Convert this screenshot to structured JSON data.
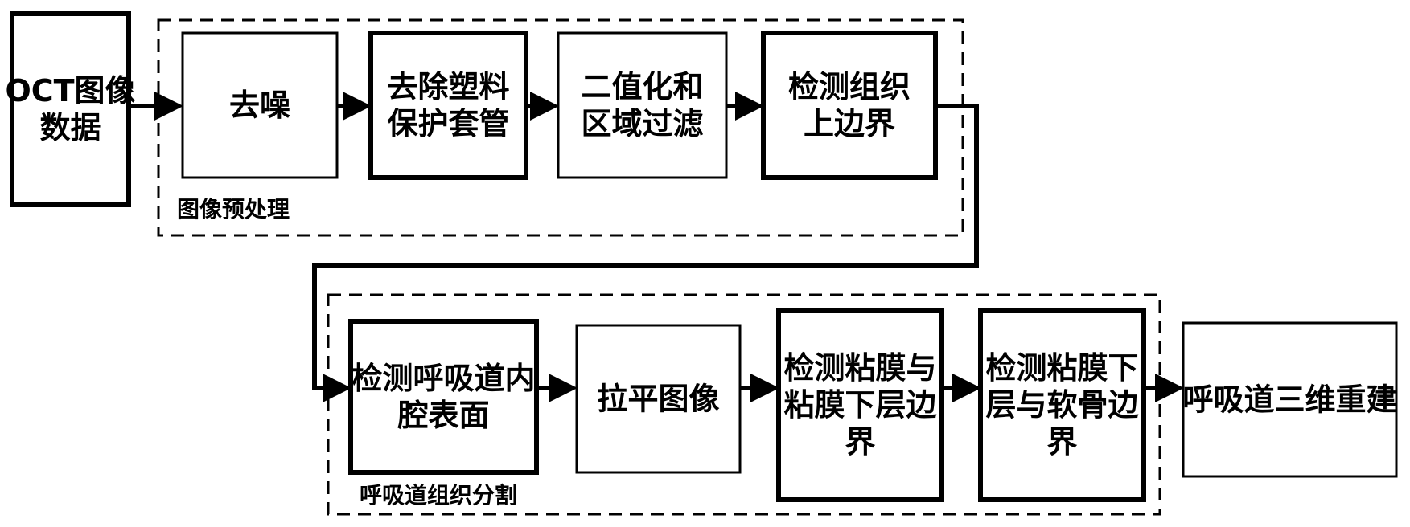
{
  "groups": {
    "preprocess": {
      "label": "图像预处理"
    },
    "segmentation": {
      "label": "呼吸道组织分割"
    }
  },
  "nodes": {
    "input": {
      "lines": [
        "OCT图像",
        "数据"
      ]
    },
    "denoise": {
      "lines": [
        "去噪"
      ]
    },
    "remove_sheath": {
      "lines": [
        "去除塑料",
        "保护套管"
      ]
    },
    "binarize": {
      "lines": [
        "二值化和",
        "区域过滤"
      ]
    },
    "upper_boundary": {
      "lines": [
        "检测组织",
        "上边界"
      ]
    },
    "lumen_surface": {
      "lines": [
        "检测呼吸道内",
        "腔表面"
      ]
    },
    "flatten": {
      "lines": [
        "拉平图像"
      ]
    },
    "mucosa_boundary": {
      "lines": [
        "检测粘膜与",
        "粘膜下层边",
        "界"
      ]
    },
    "cartilage_boundary": {
      "lines": [
        "检测粘膜下",
        "层与软骨边",
        "界"
      ]
    },
    "reconstruction": {
      "lines": [
        "呼吸道三维重建"
      ]
    }
  }
}
